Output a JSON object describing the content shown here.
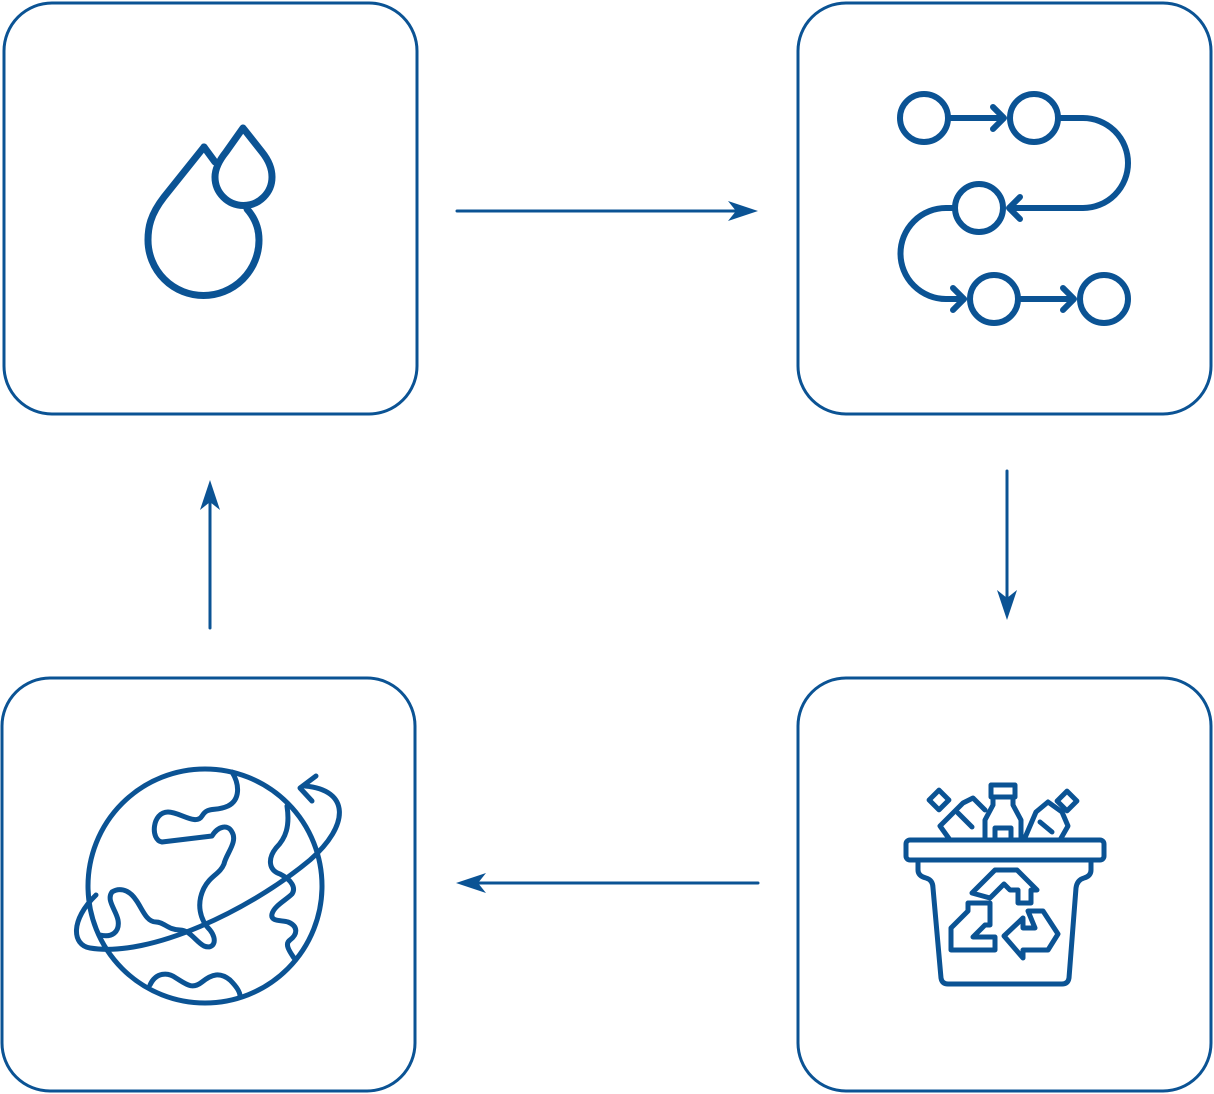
{
  "diagram": {
    "stroke_color": "#0b5394",
    "background": "#ffffff",
    "nodes": [
      {
        "id": "node-water",
        "icon": "water-drops-icon"
      },
      {
        "id": "node-process",
        "icon": "process-flow-icon"
      },
      {
        "id": "node-recycle",
        "icon": "recycling-bin-icon"
      },
      {
        "id": "node-earth",
        "icon": "earth-globe-icon"
      }
    ],
    "edges": [
      {
        "from": "node-water",
        "to": "node-process",
        "direction": "right"
      },
      {
        "from": "node-process",
        "to": "node-recycle",
        "direction": "down"
      },
      {
        "from": "node-recycle",
        "to": "node-earth",
        "direction": "left"
      },
      {
        "from": "node-earth",
        "to": "node-water",
        "direction": "up"
      }
    ]
  }
}
